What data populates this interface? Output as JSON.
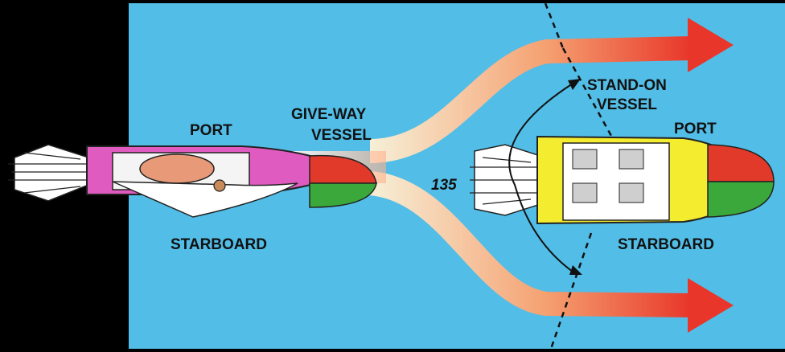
{
  "labels": {
    "giveway_port": "PORT",
    "giveway_starboard": "STARBOARD",
    "giveway_title_line1": "GIVE-WAY",
    "giveway_title_line2": "VESSEL",
    "standon_title_line1": "STAND-ON",
    "standon_title_line2": "VESSEL",
    "standon_port": "PORT",
    "standon_starboard": "STARBOARD",
    "angle": "135"
  },
  "colors": {
    "water": "#52bde6",
    "arrow_red": "#e8362a",
    "giveway_hull": "#e05bc0",
    "standon_hull": "#f4ec2e",
    "port_light": "#e23a2a",
    "starboard_light": "#3aa83a"
  },
  "icons": {
    "giveway_boat": "powerboat-icon",
    "standon_boat": "powerboat-icon",
    "wake": "wake-icon",
    "sector_arc": "double-arrow-arc-icon"
  }
}
